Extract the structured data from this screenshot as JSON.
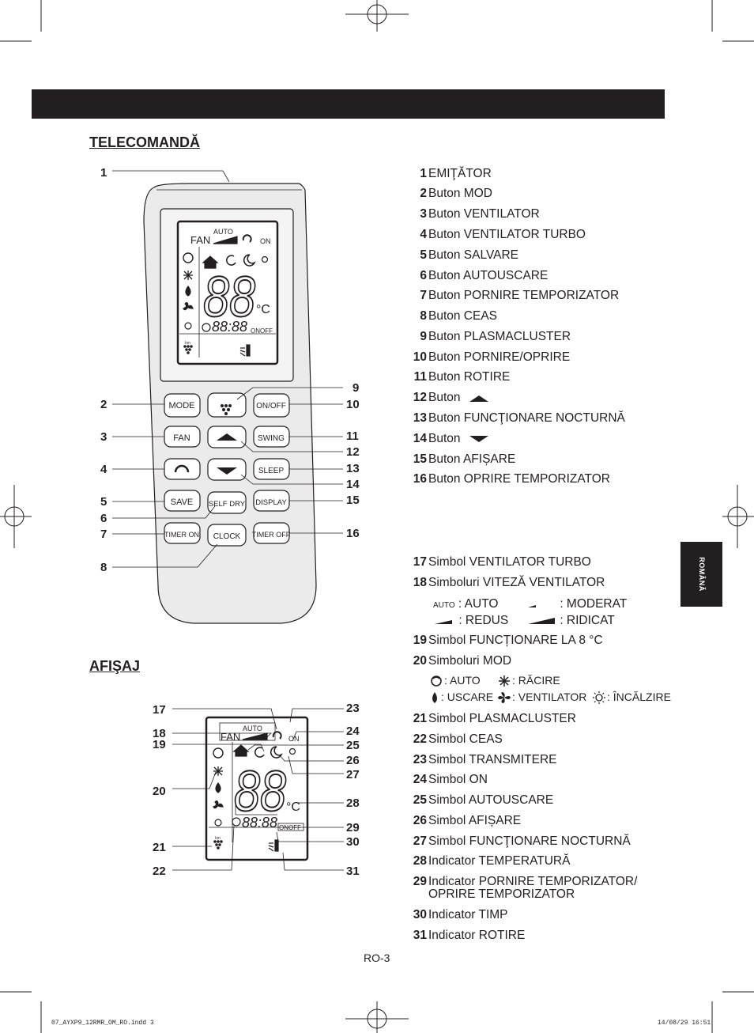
{
  "section_titles": {
    "remote": "TELECOMANDĂ",
    "display": "AFIŞAJ"
  },
  "language_tab": "ROMÂNĂ",
  "remote_buttons": {
    "mode": "MODE",
    "onoff": "ON/OFF",
    "fan": "FAN",
    "swing": "SWING",
    "sleep": "SLEEP",
    "save": "SAVE",
    "selfdry": "SELF DRY",
    "display": "DISPLAY",
    "timeron": "TIMER ON",
    "clock": "CLOCK",
    "timeroff": "TIMER OFF"
  },
  "lcd": {
    "auto": "AUTO",
    "fan": "FAN",
    "on": "ON",
    "digits": "88",
    "unit": "°C",
    "time": "88:88",
    "onoff": "ONOFF",
    "ion": "Ion"
  },
  "remote_callouts": [
    "1",
    "2",
    "3",
    "4",
    "5",
    "6",
    "7",
    "8",
    "9",
    "10",
    "11",
    "12",
    "13",
    "14",
    "15",
    "16"
  ],
  "display_callouts": [
    "17",
    "18",
    "19",
    "20",
    "21",
    "22",
    "23",
    "24",
    "25",
    "26",
    "27",
    "28",
    "29",
    "30",
    "31"
  ],
  "items_remote": [
    {
      "num": "1",
      "text": "EMIŢĂTOR"
    },
    {
      "num": "2",
      "text": "Buton MOD"
    },
    {
      "num": "3",
      "text": "Buton VENTILATOR"
    },
    {
      "num": "4",
      "text": "Buton VENTILATOR TURBO"
    },
    {
      "num": "5",
      "text": "Buton SALVARE"
    },
    {
      "num": "6",
      "text": "Buton AUTOUSCARE"
    },
    {
      "num": "7",
      "text": "Buton PORNIRE TEMPORIZATOR"
    },
    {
      "num": "8",
      "text": "Buton CEAS"
    },
    {
      "num": "9",
      "text": "Buton PLASMACLUSTER"
    },
    {
      "num": "10",
      "text": "Buton PORNIRE/OPRIRE"
    },
    {
      "num": "11",
      "text": "Buton ROTIRE"
    },
    {
      "num": "12",
      "text": "Buton"
    },
    {
      "num": "13",
      "text": "Buton FUNCŢIONARE NOCTURNĂ"
    },
    {
      "num": "14",
      "text": "Buton"
    },
    {
      "num": "15",
      "text": "Buton AFIȘARE"
    },
    {
      "num": "16",
      "text": "Buton OPRIRE TEMPORIZATOR"
    }
  ],
  "items_display": [
    {
      "num": "17",
      "text": "Simbol VENTILATOR TURBO"
    },
    {
      "num": "18",
      "text": "Simboluri VITEZĂ VENTILATOR"
    },
    {
      "num": "19",
      "text": "Simbol FUNCȚIONARE LA 8 °C"
    },
    {
      "num": "20",
      "text": "Simboluri MOD"
    },
    {
      "num": "21",
      "text": "Simbol PLASMACLUSTER"
    },
    {
      "num": "22",
      "text": "Simbol CEAS"
    },
    {
      "num": "23",
      "text": "Simbol TRANSMITERE"
    },
    {
      "num": "24",
      "text": "Simbol ON"
    },
    {
      "num": "25",
      "text": "Simbol AUTOUSCARE"
    },
    {
      "num": "26",
      "text": "Simbol AFIȘARE"
    },
    {
      "num": "27",
      "text": "Simbol FUNCŢIONARE NOCTURNĂ"
    },
    {
      "num": "28",
      "text": "Indicator TEMPERATURĂ"
    },
    {
      "num": "29",
      "text": "Indicator PORNIRE TEMPORIZATOR/"
    },
    {
      "num": "30",
      "text": "Indicator TIMP"
    },
    {
      "num": "31",
      "text": "Indicator ROTIRE"
    }
  ],
  "item29_line2": "OPRIRE TEMPORIZATOR",
  "fan_speed": {
    "auto_icon": "AUTO",
    "auto": ": AUTO",
    "moderate": ": MODERAT",
    "low": ": REDUS",
    "high": ": RIDICAT"
  },
  "modes": {
    "auto": ": AUTO",
    "cool": ": RĂCIRE",
    "dry": ": USCARE",
    "fan": ": VENTILATOR",
    "heat": ": ÎNCĂLZIRE"
  },
  "page_number": "RO-3",
  "footer_file": "07_AYXP9_12RMR_OM_RO.indd   3",
  "footer_date": "14/08/29   16:51"
}
